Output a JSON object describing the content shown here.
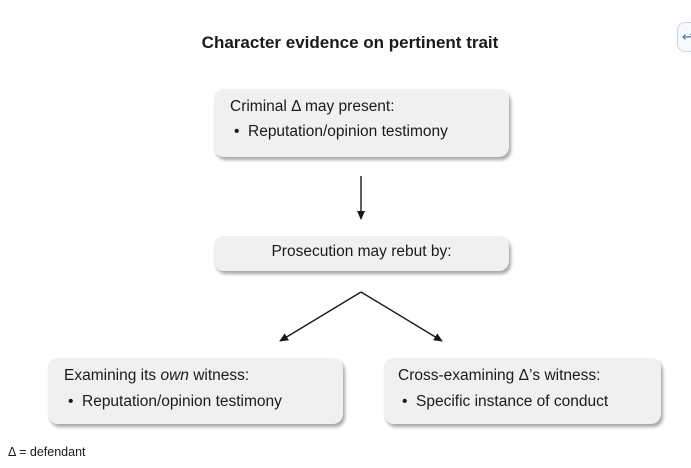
{
  "title": "Character evidence on pertinent trait",
  "boxes": {
    "criminal": {
      "heading": "Criminal Δ may present:",
      "bullet": "Reputation/opinion testimony"
    },
    "prosecution": {
      "heading": "Prosecution may rebut by:"
    },
    "left": {
      "heading_before": "Examining its ",
      "heading_em": "own",
      "heading_after": " witness:",
      "bullet": "Reputation/opinion testimony"
    },
    "right": {
      "heading": "Cross-examining Δ’s witness:",
      "bullet": "Specific instance of conduct"
    }
  },
  "footnote": "Δ = defendant",
  "colors": {
    "box_fill": "#f0f0f0",
    "text": "#1a1a1a",
    "arrow": "#1a1a1a"
  }
}
